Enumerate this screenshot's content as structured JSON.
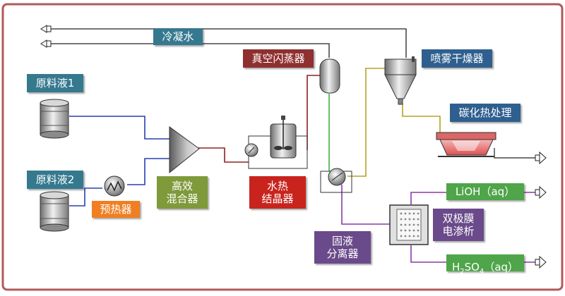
{
  "labels": {
    "condensate": "冷凝水",
    "feed1": "原料液1",
    "feed2": "原料液2",
    "preheater": "预热器",
    "mixer": "高效\n混合器",
    "crystallizer": "水热\n结晶器",
    "flash": "真空闪蒸器",
    "spray_dryer": "喷雾干燥器",
    "carbonization": "碳化热处理",
    "separator": "固液\n分离器",
    "electrodialysis": "双极膜\n电渗析",
    "lioh": "LiOH（aq）",
    "h2so4_h": "H",
    "h2so4_2": "2",
    "h2so4_so": "SO",
    "h2so4_4": "4",
    "h2so4_aq": "（aq）"
  },
  "colors": {
    "frame": "#b05a5a",
    "blue_line": "#2a3fb0",
    "red_line": "#8f2020",
    "green_line": "#3fb03f",
    "olive_line": "#b5a420",
    "purple_line": "#8a3aa8",
    "black_line": "#222222"
  }
}
